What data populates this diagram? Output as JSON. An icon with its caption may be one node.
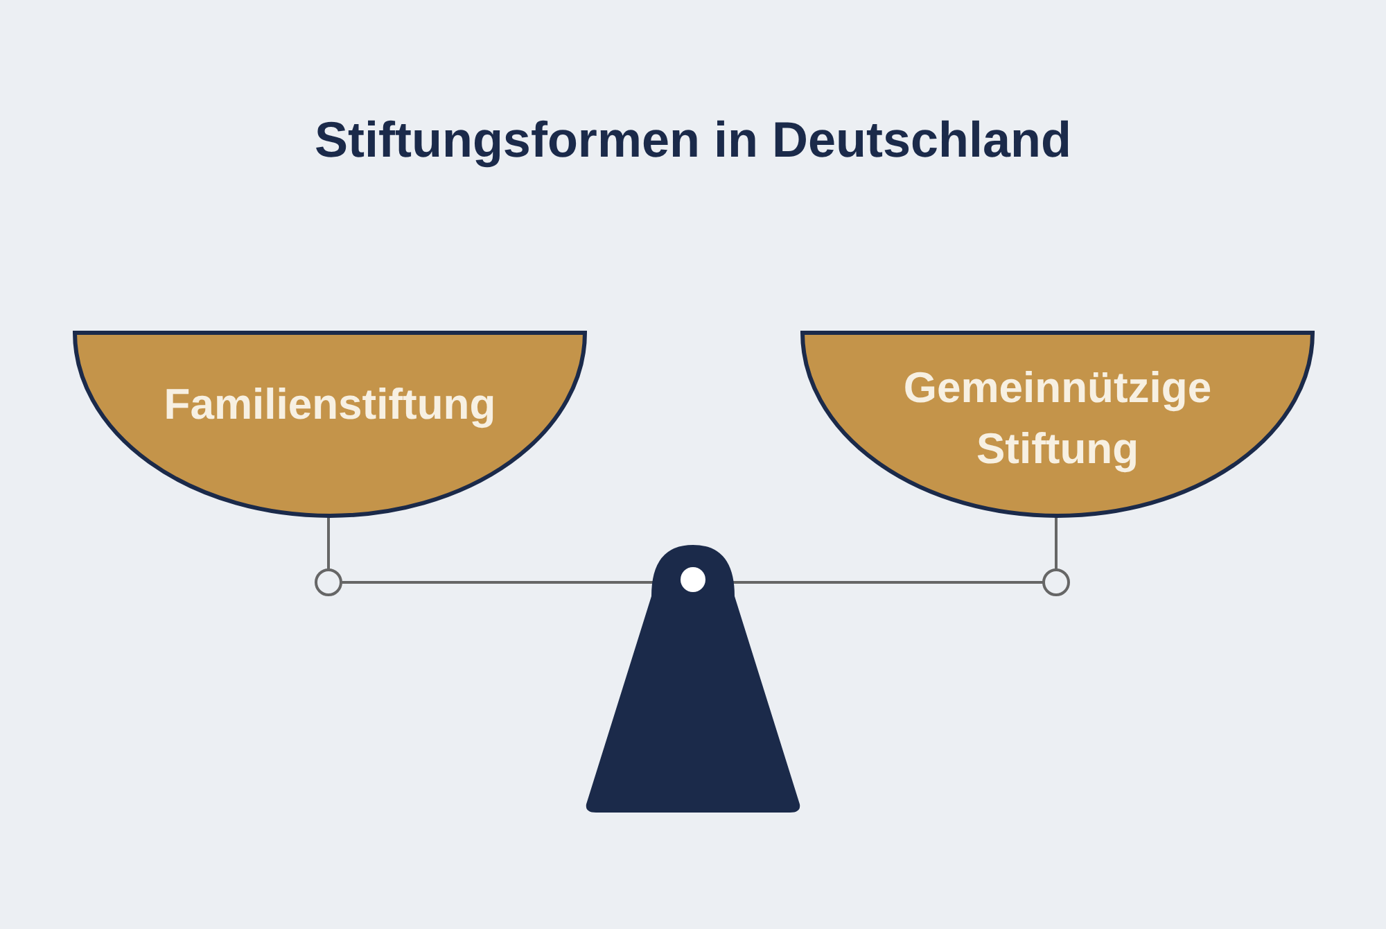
{
  "diagram": {
    "title": "Stiftungsformen in Deutschland",
    "nodes": [
      {
        "text": [
          "Familienstiftung"
        ]
      },
      {
        "text": [
          "Gemeinnützige Stiftung"
        ]
      }
    ]
  }
}
